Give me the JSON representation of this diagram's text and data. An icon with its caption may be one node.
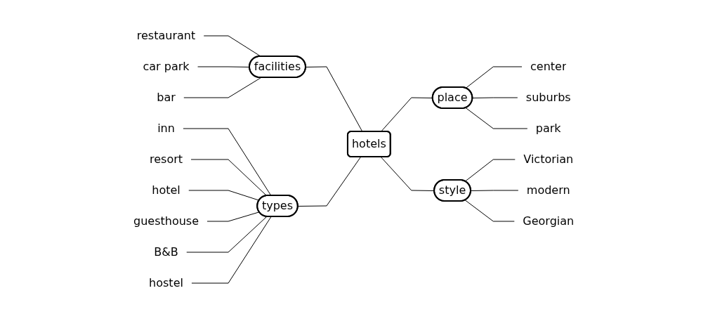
{
  "diagram": {
    "nodes": [
      {
        "text": [
          "hotels"
        ]
      },
      {
        "text": [
          "facilities"
        ]
      },
      {
        "text": [
          "restaurant"
        ]
      },
      {
        "text": [
          "car park"
        ]
      },
      {
        "text": [
          "bar"
        ]
      },
      {
        "text": [
          "place"
        ]
      },
      {
        "text": [
          "center"
        ]
      },
      {
        "text": [
          "suburbs"
        ]
      },
      {
        "text": [
          "park"
        ]
      },
      {
        "text": [
          "types"
        ]
      },
      {
        "text": [
          "inn"
        ]
      },
      {
        "text": [
          "resort"
        ]
      },
      {
        "text": [
          "hotel"
        ]
      },
      {
        "text": [
          "guesthouse"
        ]
      },
      {
        "text": [
          "B&B"
        ]
      },
      {
        "text": [
          "hostel"
        ]
      },
      {
        "text": [
          "style"
        ]
      },
      {
        "text": [
          "Victorian"
        ]
      },
      {
        "text": [
          "modern"
        ]
      },
      {
        "text": [
          "Georgian"
        ]
      }
    ],
    "edges": [
      {
        "from": 0,
        "to": 1,
        "arrow": "none"
      },
      {
        "from": 1,
        "to": 2,
        "arrow": "none"
      },
      {
        "from": 1,
        "to": 3,
        "arrow": "none"
      },
      {
        "from": 1,
        "to": 4,
        "arrow": "none"
      },
      {
        "from": 0,
        "to": 5,
        "arrow": "none"
      },
      {
        "from": 5,
        "to": 6,
        "arrow": "none"
      },
      {
        "from": 5,
        "to": 7,
        "arrow": "none"
      },
      {
        "from": 5,
        "to": 8,
        "arrow": "none"
      },
      {
        "from": 0,
        "to": 9,
        "arrow": "none"
      },
      {
        "from": 9,
        "to": 10,
        "arrow": "none"
      },
      {
        "from": 9,
        "to": 11,
        "arrow": "none"
      },
      {
        "from": 9,
        "to": 12,
        "arrow": "none"
      },
      {
        "from": 9,
        "to": 13,
        "arrow": "none"
      },
      {
        "from": 9,
        "to": 14,
        "arrow": "none"
      },
      {
        "from": 9,
        "to": 15,
        "arrow": "none"
      },
      {
        "from": 0,
        "to": 16,
        "arrow": "none"
      },
      {
        "from": 16,
        "to": 17,
        "arrow": "none"
      },
      {
        "from": 16,
        "to": 18,
        "arrow": "none"
      },
      {
        "from": 16,
        "to": 19,
        "arrow": "none"
      }
    ]
  }
}
